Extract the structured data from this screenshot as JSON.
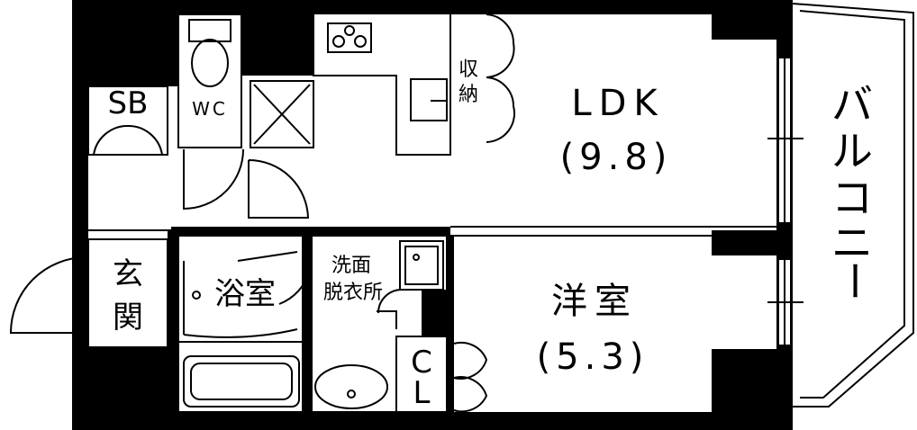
{
  "rooms": {
    "ldk": {
      "name": "LDK",
      "size": "(9.8)"
    },
    "western": {
      "name": "洋室",
      "size": "(5.3)"
    },
    "bath": {
      "name": "浴室"
    },
    "washroom": {
      "line1": "洗面",
      "line2": "脱衣所"
    },
    "entrance": {
      "char1": "玄",
      "char2": "関"
    },
    "wc": {
      "name": "WC"
    },
    "shoe_box": {
      "name": "SB"
    },
    "storage": {
      "char1": "収",
      "char2": "納"
    },
    "closet": {
      "char1": "C",
      "char2": "L"
    },
    "balcony": {
      "chars": [
        "バ",
        "ル",
        "コ",
        "ニ",
        "ー"
      ]
    }
  },
  "colors": {
    "wall": "#000000",
    "background": "#ffffff",
    "line": "#000000"
  }
}
